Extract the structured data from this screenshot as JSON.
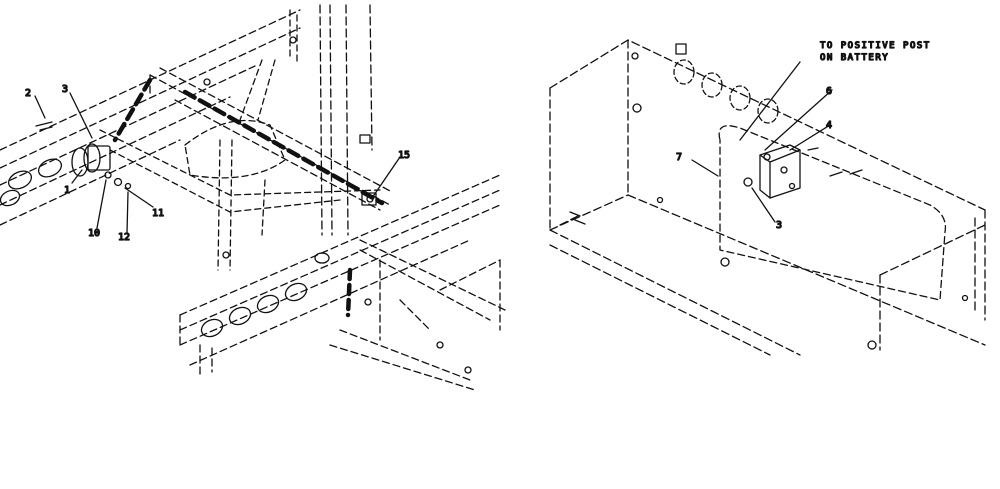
{
  "left_assembly": {
    "callouts": [
      {
        "id": "c2",
        "text": "2"
      },
      {
        "id": "c3",
        "text": "3"
      },
      {
        "id": "c1",
        "text": "1"
      },
      {
        "id": "c10",
        "text": "10"
      },
      {
        "id": "c12",
        "text": "12"
      },
      {
        "id": "c11",
        "text": "11"
      },
      {
        "id": "c15",
        "text": "15"
      }
    ]
  },
  "right_assembly": {
    "note_line1": "TO POSITIVE POST",
    "note_line2": "ON BATTERY",
    "callouts": [
      {
        "id": "r6",
        "text": "6"
      },
      {
        "id": "r4",
        "text": "4"
      },
      {
        "id": "r7",
        "text": "7"
      },
      {
        "id": "r3",
        "text": "3"
      }
    ]
  }
}
